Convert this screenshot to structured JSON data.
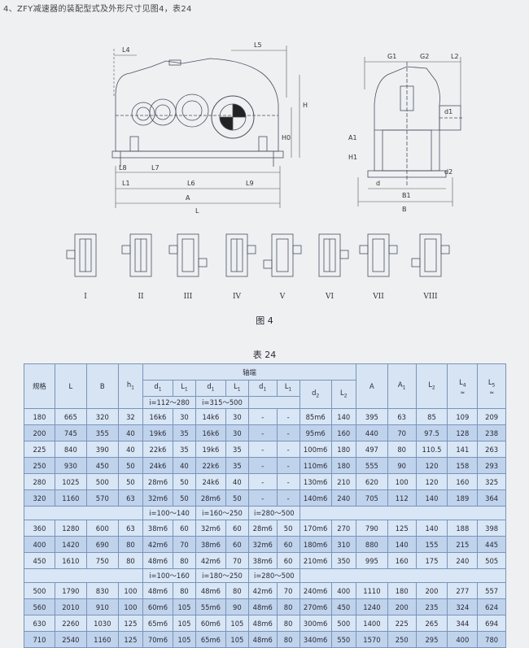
{
  "heading": "4、ZFY减速器的装配型式及外形尺寸见图4，表24",
  "figure_label": "图 4",
  "table_title": "表 24",
  "diagram_labels": {
    "L4": "L4",
    "L5": "L5",
    "H": "H",
    "H0": "H0",
    "L8": "L8",
    "L7": "L7",
    "L6": "L6",
    "L1": "L1",
    "A": "A",
    "L9": "L9",
    "L": "L",
    "G1": "G1",
    "G2": "G2",
    "L2": "L2",
    "A1": "A1",
    "H1": "H1",
    "d": "d",
    "B1": "B1",
    "B": "B",
    "d1": "d1",
    "d2": "d2"
  },
  "assembly_types": [
    "I",
    "II",
    "III",
    "IV",
    "V",
    "VI",
    "VII",
    "VIII"
  ],
  "table": {
    "header": {
      "model": "规格",
      "L": "L",
      "B": "B",
      "h1": "h",
      "h1_sub": "1",
      "shaft_ends": "轴端",
      "d1": "d",
      "d1_sub": "1",
      "L1": "L",
      "L1_sub": "1",
      "d2": "d",
      "d2_sub": "2",
      "L2": "L",
      "L2_sub": "2",
      "A": "A",
      "A1": "A",
      "A1_sub": "1",
      "L2b": "L",
      "L2b_sub": "2",
      "L4": "L",
      "L4_sub": "4",
      "L4_approx": "≈",
      "L5": "L",
      "L5_sub": "5",
      "L5_approx": "≈",
      "ratio1": "i=112～280",
      "ratio2": "i=315～500"
    },
    "group1": [
      [
        "180",
        "665",
        "320",
        "32",
        "16k6",
        "30",
        "14k6",
        "30",
        "-",
        "-",
        "85m6",
        "140",
        "395",
        "63",
        "85",
        "109",
        "209"
      ],
      [
        "200",
        "745",
        "355",
        "40",
        "19k6",
        "35",
        "16k6",
        "30",
        "-",
        "-",
        "95m6",
        "160",
        "440",
        "70",
        "97.5",
        "128",
        "238"
      ],
      [
        "225",
        "840",
        "390",
        "40",
        "22k6",
        "35",
        "19k6",
        "35",
        "-",
        "-",
        "100m6",
        "180",
        "497",
        "80",
        "110.5",
        "141",
        "263"
      ],
      [
        "250",
        "930",
        "450",
        "50",
        "24k6",
        "40",
        "22k6",
        "35",
        "-",
        "-",
        "110m6",
        "180",
        "555",
        "90",
        "120",
        "158",
        "293"
      ],
      [
        "280",
        "1025",
        "500",
        "50",
        "28m6",
        "50",
        "24k6",
        "40",
        "-",
        "-",
        "130m6",
        "210",
        "620",
        "100",
        "120",
        "160",
        "325"
      ],
      [
        "320",
        "1160",
        "570",
        "63",
        "32m6",
        "50",
        "28m6",
        "50",
        "-",
        "-",
        "140m6",
        "240",
        "705",
        "112",
        "140",
        "189",
        "364"
      ]
    ],
    "band2": [
      "i=100～140",
      "i=160～250",
      "i=280～500"
    ],
    "group2": [
      [
        "360",
        "1280",
        "600",
        "63",
        "38m6",
        "60",
        "32m6",
        "60",
        "28m6",
        "50",
        "170m6",
        "270",
        "790",
        "125",
        "140",
        "188",
        "398"
      ],
      [
        "400",
        "1420",
        "690",
        "80",
        "42m6",
        "70",
        "38m6",
        "60",
        "32m6",
        "60",
        "180m6",
        "310",
        "880",
        "140",
        "155",
        "215",
        "445"
      ],
      [
        "450",
        "1610",
        "750",
        "80",
        "48m6",
        "80",
        "42m6",
        "70",
        "38m6",
        "60",
        "210m6",
        "350",
        "995",
        "160",
        "175",
        "240",
        "505"
      ]
    ],
    "band3": [
      "i=100～160",
      "i=180～250",
      "i=280～500"
    ],
    "group3": [
      [
        "500",
        "1790",
        "830",
        "100",
        "48m6",
        "80",
        "48m6",
        "80",
        "42m6",
        "70",
        "240m6",
        "400",
        "1110",
        "180",
        "200",
        "277",
        "557"
      ],
      [
        "560",
        "2010",
        "910",
        "100",
        "60m6",
        "105",
        "55m6",
        "90",
        "48m6",
        "80",
        "270m6",
        "450",
        "1240",
        "200",
        "235",
        "324",
        "624"
      ],
      [
        "630",
        "2260",
        "1030",
        "125",
        "65m6",
        "105",
        "60m6",
        "105",
        "48m6",
        "80",
        "300m6",
        "500",
        "1400",
        "225",
        "265",
        "344",
        "694"
      ],
      [
        "710",
        "2540",
        "1160",
        "125",
        "70m6",
        "105",
        "65m6",
        "105",
        "48m6",
        "80",
        "340m6",
        "550",
        "1570",
        "250",
        "295",
        "400",
        "780"
      ]
    ]
  },
  "colors": {
    "header_bg": "#d7e4f4",
    "row_light": "#d8e6f6",
    "row_dark": "#c0d3ec",
    "line": "#7a93b8"
  }
}
